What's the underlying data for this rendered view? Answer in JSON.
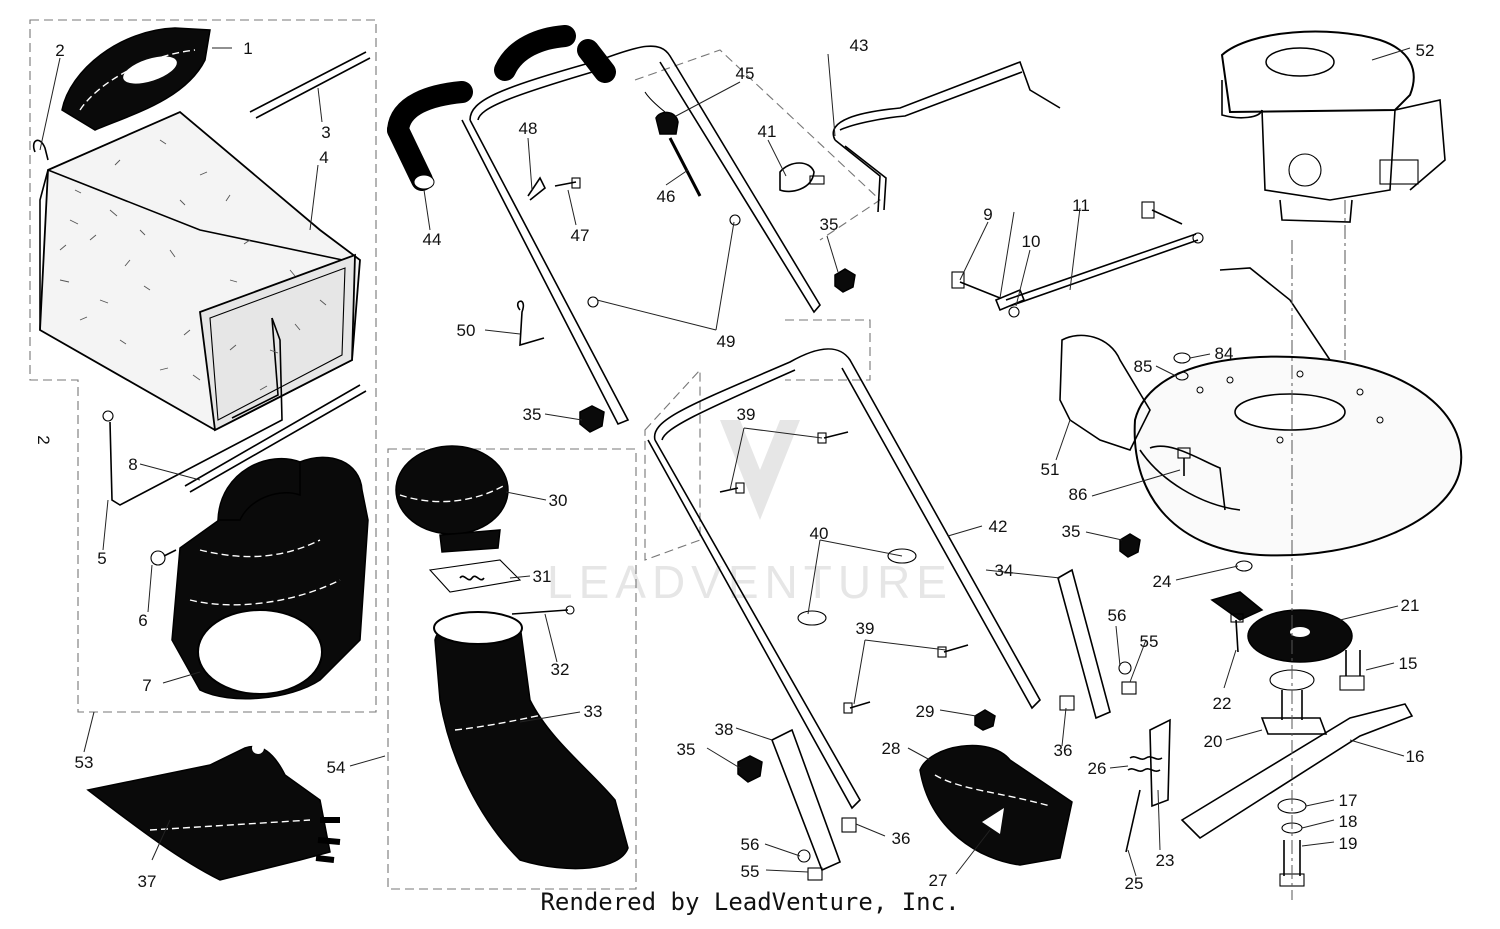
{
  "footer_text": "Rendered by LeadVenture, Inc.",
  "watermark_text": "LEADVENTURE",
  "side_label": "2",
  "callouts": {
    "c1": "1",
    "c2": "2",
    "c3": "3",
    "c4": "4",
    "c5": "5",
    "c6": "6",
    "c7": "7",
    "c8": "8",
    "c9": "9",
    "c10": "10",
    "c11": "11",
    "c15": "15",
    "c16": "16",
    "c17": "17",
    "c18": "18",
    "c19": "19",
    "c20": "20",
    "c21": "21",
    "c22": "22",
    "c23": "23",
    "c24": "24",
    "c25": "25",
    "c26": "26",
    "c27": "27",
    "c28": "28",
    "c29": "29",
    "c30": "30",
    "c31": "31",
    "c32": "32",
    "c33": "33",
    "c34": "34",
    "c35": "35",
    "c36": "36",
    "c37": "37",
    "c38": "38",
    "c39": "39",
    "c40": "40",
    "c41": "41",
    "c42": "42",
    "c43": "43",
    "c44": "44",
    "c45": "45",
    "c46": "46",
    "c47": "47",
    "c48": "48",
    "c49": "49",
    "c50": "50",
    "c51": "51",
    "c52": "52",
    "c53": "53",
    "c54": "54",
    "c55": "55",
    "c56": "56",
    "c84": "84",
    "c85": "85",
    "c86": "86"
  }
}
